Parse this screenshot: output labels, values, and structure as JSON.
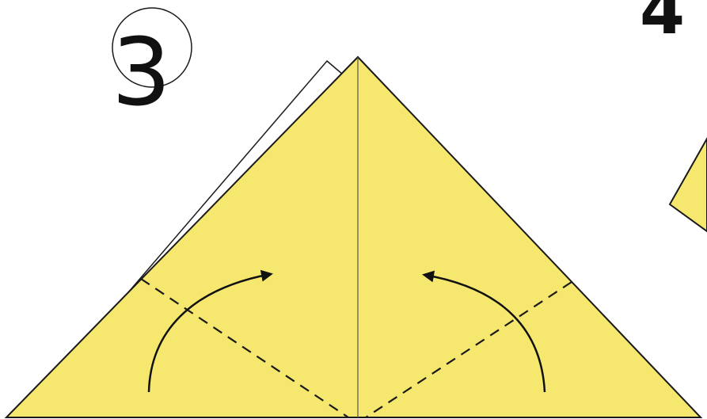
{
  "diagram": {
    "title": "",
    "steps": [
      {
        "label": "3",
        "circled": true
      },
      {
        "label": "4",
        "circled": false
      }
    ],
    "colors": {
      "paper": "#f6e76f",
      "back_layer": "#ffffff",
      "outline": "#1a1a1a",
      "dashed_fold": "#1a1a1a",
      "arrow": "#111111",
      "background": "#ffffff"
    },
    "fold_lines": [
      {
        "name": "left-valley-fold",
        "style": "dashed"
      },
      {
        "name": "right-valley-fold",
        "style": "dashed"
      }
    ],
    "arrows": [
      {
        "name": "left-fold-arrow",
        "direction": "up-right"
      },
      {
        "name": "right-fold-arrow",
        "direction": "up-left"
      }
    ],
    "icons": [
      "circled-number-icon",
      "fold-arrow-icon",
      "fold-arrow-icon"
    ]
  }
}
